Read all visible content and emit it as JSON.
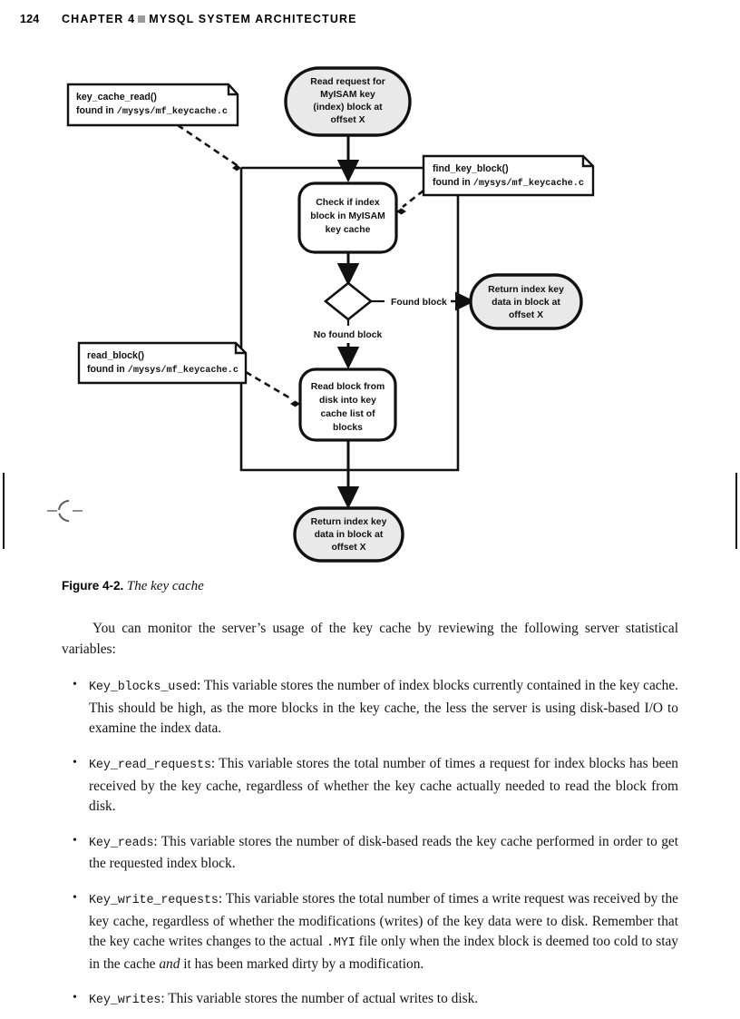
{
  "runhead": {
    "folio": "124",
    "chapter": "CHAPTER 4",
    "title": "MYSQL SYSTEM ARCHITECTURE",
    "separator_icon": "square-bullet-icon"
  },
  "figure": {
    "caption_label": "Figure 4-2.",
    "caption_title": "The key cache",
    "node_fill": "#e9e9e9",
    "stroke": "#111111",
    "nodes": {
      "start": {
        "shape": "stadium",
        "lines": [
          "Read request for",
          "MyISAM key",
          "(index) block at",
          "offset X"
        ]
      },
      "check": {
        "shape": "rounded-rect",
        "lines": [
          "Check if index",
          "block in MyISAM",
          "key cache"
        ]
      },
      "decision": {
        "shape": "diamond",
        "lines": []
      },
      "return_found": {
        "shape": "stadium",
        "lines": [
          "Return index key",
          "data in block at",
          "offset X"
        ]
      },
      "read_block": {
        "shape": "rounded-rect",
        "lines": [
          "Read block from",
          "disk into key",
          "cache list of",
          "blocks"
        ]
      },
      "return_end": {
        "shape": "stadium",
        "lines": [
          "Return index key",
          "data in block at",
          "offset X"
        ]
      }
    },
    "edge_labels": {
      "found": "Found block",
      "not_found": "No found block"
    },
    "notes": [
      {
        "id": "key-cache-read",
        "title": "key_cache_read()",
        "body_prefix": "found in ",
        "body_path": "/mysys/mf_keycache.c"
      },
      {
        "id": "find-key-block",
        "title": "find_key_block()",
        "body_prefix": "found in ",
        "body_path": "/mysys/mf_keycache.c"
      },
      {
        "id": "read-block",
        "title": "read_block()",
        "body_prefix": "found in ",
        "body_path": "/mysys/mf_keycache.c"
      }
    ]
  },
  "body": {
    "intro": "You can monitor the server’s usage of the key cache by reviewing the following server statistical variables:",
    "bullet_glyph": "•",
    "items": [
      {
        "name": "Key_blocks_used",
        "text": ": This variable stores the number of index blocks currently contained in the key cache. This should be high, as the more blocks in the key cache, the less the server is using disk-based I/O to examine the index data."
      },
      {
        "name": "Key_read_requests",
        "text": ": This variable stores the total number of times a request for index blocks has been received by the key cache, regardless of whether the key cache actually needed to read the block from disk."
      },
      {
        "name": "Key_reads",
        "text": ": This variable stores the number of disk-based reads the key cache performed in order to get the requested index block."
      },
      {
        "name": "Key_write_requests",
        "text_part1": ": This variable stores the total number of times a write request was received by the key cache, regardless of whether the modifications (writes) of the key data were to disk. Remember that the key cache writes changes to the actual ",
        "inline_mono": ".MYI",
        "text_part2": " file only when the index block is deemed too cold to stay in the cache ",
        "inline_italic": "and",
        "text_part3": " it has been marked dirty by a modification."
      },
      {
        "name": "Key_writes",
        "text": ": This variable stores the number of actual writes to disk."
      }
    ]
  }
}
